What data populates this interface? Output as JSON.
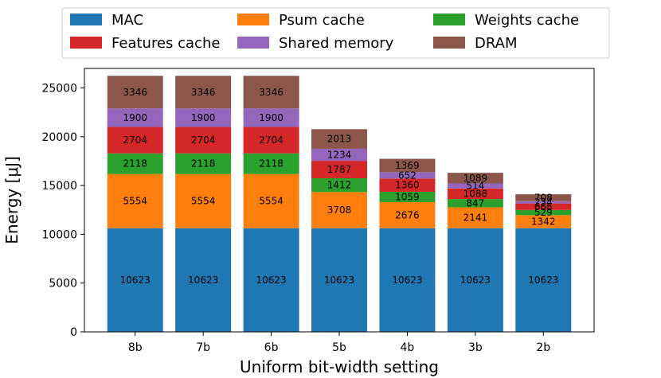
{
  "chart_data": {
    "type": "bar",
    "stacked": true,
    "title": "",
    "xlabel": "Uniform bit-width setting",
    "ylabel": "Energy [μJ]",
    "ylim": [
      0,
      27000
    ],
    "yticks": [
      0,
      5000,
      10000,
      15000,
      20000,
      25000
    ],
    "grid": false,
    "legend_position": "top-center",
    "legend_columns": 3,
    "categories": [
      "8b",
      "7b",
      "6b",
      "5b",
      "4b",
      "3b",
      "2b"
    ],
    "series": [
      {
        "name": "MAC",
        "color": "#1f77b4",
        "values": [
          10623,
          10623,
          10623,
          10623,
          10623,
          10623,
          10623
        ]
      },
      {
        "name": "Psum cache",
        "color": "#ff7f0e",
        "values": [
          5554,
          5554,
          5554,
          3708,
          2676,
          2141,
          1342
        ]
      },
      {
        "name": "Weights cache",
        "color": "#2ca02c",
        "values": [
          2118,
          2118,
          2118,
          1412,
          1059,
          847,
          529
        ]
      },
      {
        "name": "Features cache",
        "color": "#d62728",
        "values": [
          2704,
          2704,
          2704,
          1787,
          1360,
          1088,
          666
        ]
      },
      {
        "name": "Shared memory",
        "color": "#9467bd",
        "values": [
          1900,
          1900,
          1900,
          1234,
          652,
          514,
          234
        ]
      },
      {
        "name": "DRAM",
        "color": "#8c564b",
        "values": [
          3346,
          3346,
          3346,
          2013,
          1369,
          1089,
          708
        ]
      }
    ]
  }
}
